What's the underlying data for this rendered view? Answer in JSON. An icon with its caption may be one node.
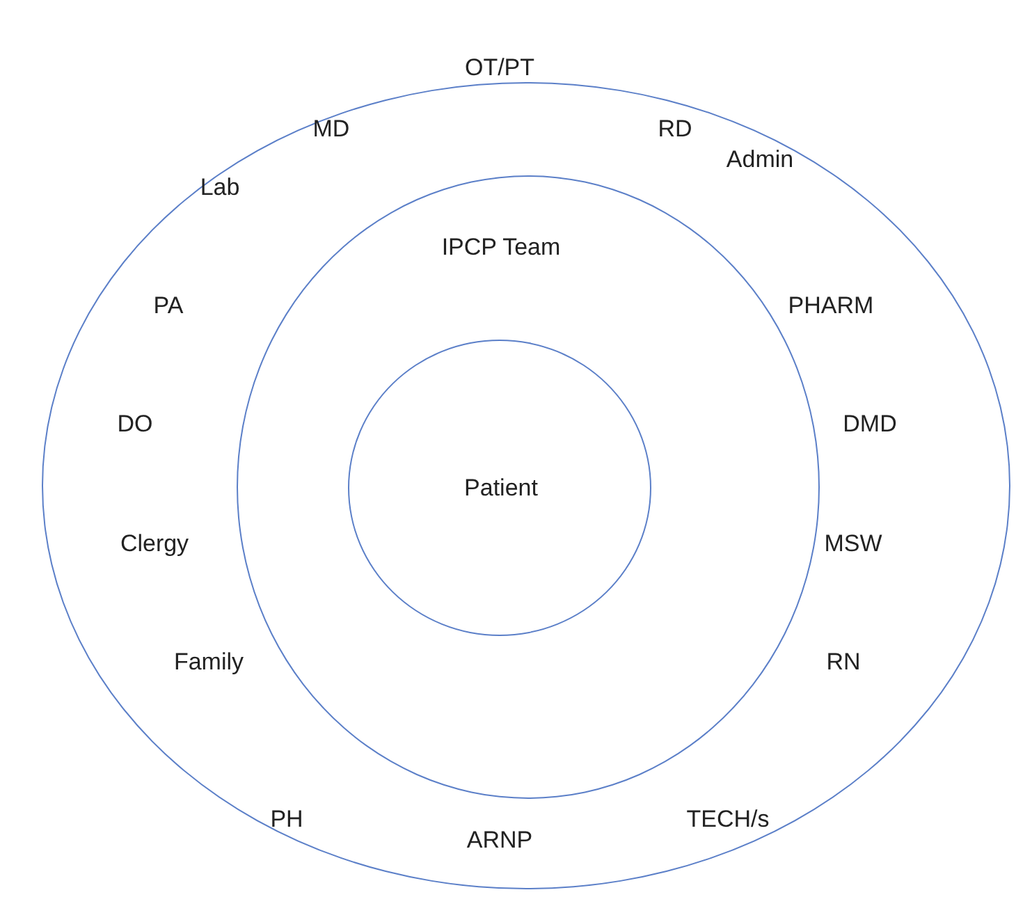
{
  "diagram": {
    "nodes": [
      {
        "text": [
          "OT/PT",
          "MD",
          "RD",
          "Lab",
          "Admin",
          "PA",
          "PHARM",
          "DO",
          "DMD",
          "Clergy",
          "MSW",
          "Family",
          "RN",
          "PH",
          "TECH/s",
          "ARNP"
        ]
      },
      {
        "text": [
          "IPCP Team"
        ],
        "in": 0
      },
      {
        "text": [
          "Patient"
        ],
        "in": 1
      }
    ]
  }
}
